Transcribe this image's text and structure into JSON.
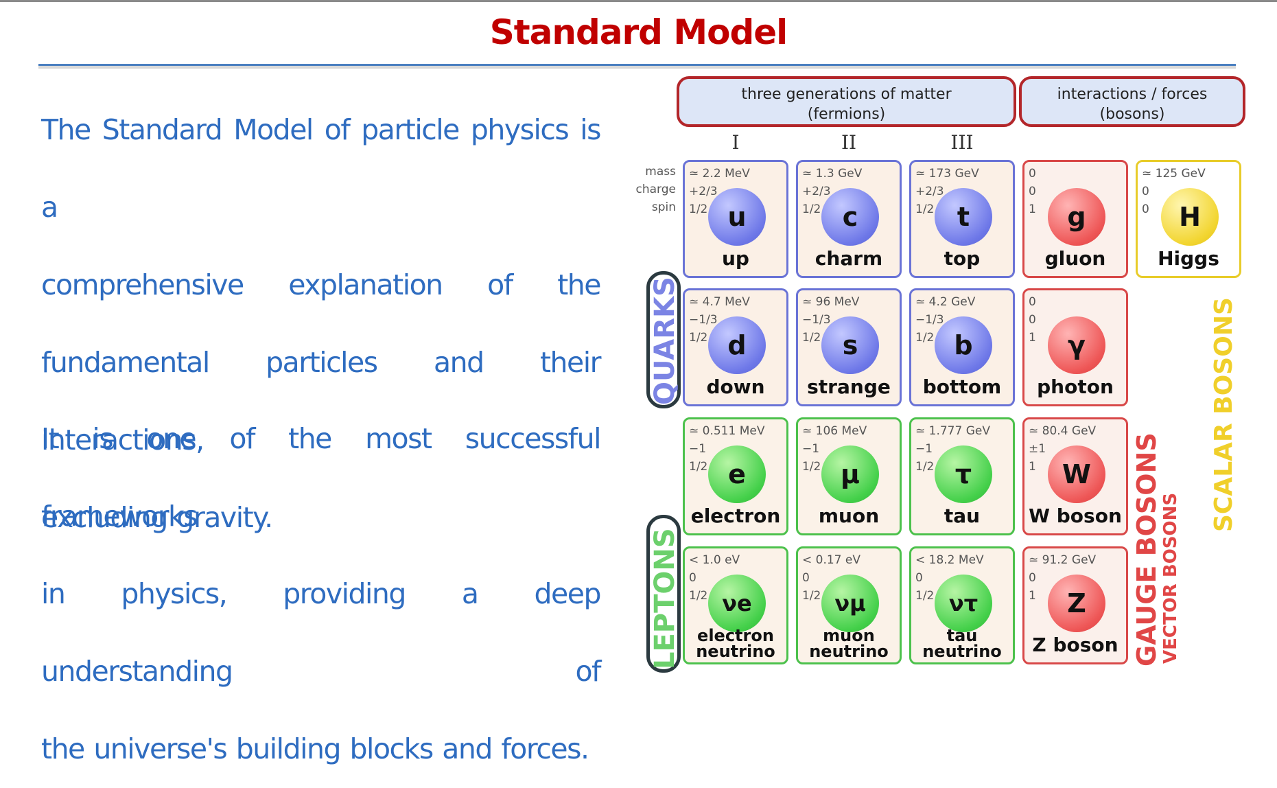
{
  "title": "Standard Model",
  "paragraph1_lines": [
    "The Standard Model of particle physics is a",
    "comprehensive explanation of the",
    "fundamental particles and their interactions,",
    "excluding gravity."
  ],
  "paragraph2_lines": [
    "It is one of the most successful frameworks",
    "in physics, providing a deep understanding of",
    "the universe's building blocks and forces."
  ],
  "diagram": {
    "header_fermions": [
      "three generations of matter",
      "(fermions)"
    ],
    "header_bosons": [
      "interactions / forces",
      "(bosons)"
    ],
    "generations": [
      "I",
      "II",
      "III"
    ],
    "row_labels": [
      "mass",
      "charge",
      "spin"
    ],
    "group_labels": {
      "quarks": "QUARKS",
      "leptons": "LEPTONS",
      "scalar": "SCALAR BOSONS",
      "gauge": "GAUGE BOSONS",
      "vector": "VECTOR BOSONS"
    },
    "colors": {
      "quark": "#6e78e8",
      "lepton": "#44d04a",
      "gauge": "#ee5656",
      "scalar": "#f2d530",
      "header_border": "#b3262a"
    },
    "particles": [
      {
        "symbol": "u",
        "name": "up",
        "mass": "≃ 2.2 MeV",
        "charge": "+2/3",
        "spin": "1/2",
        "type": "q"
      },
      {
        "symbol": "c",
        "name": "charm",
        "mass": "≃ 1.3 GeV",
        "charge": "+2/3",
        "spin": "1/2",
        "type": "q"
      },
      {
        "symbol": "t",
        "name": "top",
        "mass": "≃ 173 GeV",
        "charge": "+2/3",
        "spin": "1/2",
        "type": "q"
      },
      {
        "symbol": "g",
        "name": "gluon",
        "mass": "0",
        "charge": "0",
        "spin": "1",
        "type": "g"
      },
      {
        "symbol": "H",
        "name": "Higgs",
        "mass": "≃ 125 GeV",
        "charge": "0",
        "spin": "0",
        "type": "h"
      },
      {
        "symbol": "d",
        "name": "down",
        "mass": "≃ 4.7 MeV",
        "charge": "−1/3",
        "spin": "1/2",
        "type": "q"
      },
      {
        "symbol": "s",
        "name": "strange",
        "mass": "≃ 96 MeV",
        "charge": "−1/3",
        "spin": "1/2",
        "type": "q"
      },
      {
        "symbol": "b",
        "name": "bottom",
        "mass": "≃ 4.2 GeV",
        "charge": "−1/3",
        "spin": "1/2",
        "type": "q"
      },
      {
        "symbol": "γ",
        "name": "photon",
        "mass": "0",
        "charge": "0",
        "spin": "1",
        "type": "g"
      },
      {
        "symbol": "e",
        "name": "electron",
        "mass": "≃ 0.511 MeV",
        "charge": "−1",
        "spin": "1/2",
        "type": "l"
      },
      {
        "symbol": "μ",
        "name": "muon",
        "mass": "≃ 106 MeV",
        "charge": "−1",
        "spin": "1/2",
        "type": "l"
      },
      {
        "symbol": "τ",
        "name": "tau",
        "mass": "≃ 1.777 GeV",
        "charge": "−1",
        "spin": "1/2",
        "type": "l"
      },
      {
        "symbol": "W",
        "name": "W boson",
        "mass": "≃ 80.4 GeV",
        "charge": "±1",
        "spin": "1",
        "type": "g"
      },
      {
        "symbol": "νe",
        "name": "electron neutrino",
        "mass": "< 1.0 eV",
        "charge": "0",
        "spin": "1/2",
        "type": "l"
      },
      {
        "symbol": "νμ",
        "name": "muon neutrino",
        "mass": "< 0.17 eV",
        "charge": "0",
        "spin": "1/2",
        "type": "l"
      },
      {
        "symbol": "ντ",
        "name": "tau neutrino",
        "mass": "< 18.2 MeV",
        "charge": "0",
        "spin": "1/2",
        "type": "l"
      },
      {
        "symbol": "Z",
        "name": "Z boson",
        "mass": "≃ 91.2 GeV",
        "charge": "0",
        "spin": "1",
        "type": "g"
      }
    ]
  }
}
